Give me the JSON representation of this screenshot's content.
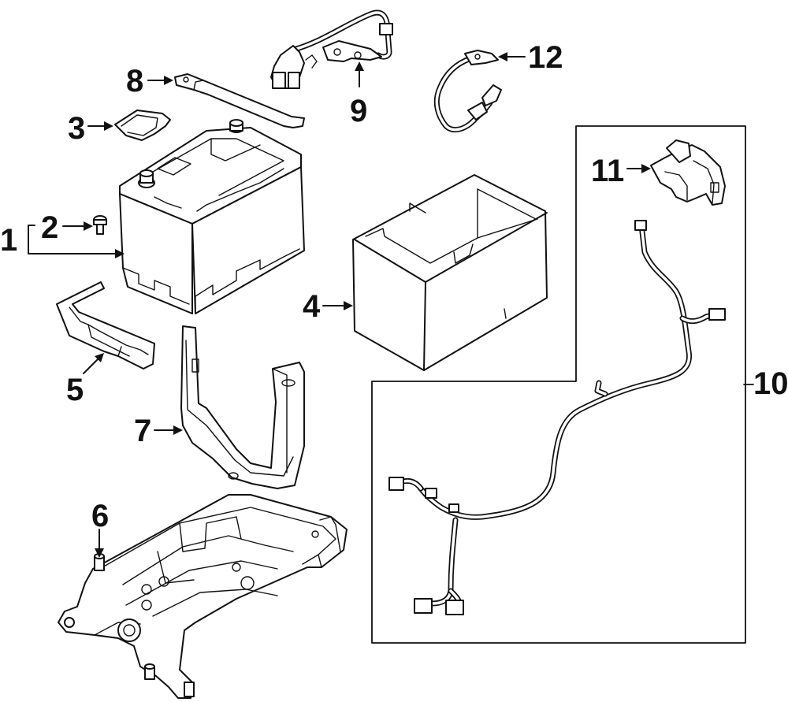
{
  "callouts": {
    "c1": "1",
    "c2": "2",
    "c3": "3",
    "c4": "4",
    "c5": "5",
    "c6": "6",
    "c7": "7",
    "c8": "8",
    "c9": "9",
    "c10": "10",
    "c11": "11",
    "c12": "12"
  },
  "parts": [
    {
      "callout": "1",
      "icon": "battery"
    },
    {
      "callout": "2",
      "icon": "bolt"
    },
    {
      "callout": "3",
      "icon": "cover-plate"
    },
    {
      "callout": "4",
      "icon": "battery-box"
    },
    {
      "callout": "5",
      "icon": "heat-shield"
    },
    {
      "callout": "6",
      "icon": "battery-tray"
    },
    {
      "callout": "7",
      "icon": "hold-down-bracket"
    },
    {
      "callout": "8",
      "icon": "hold-down-strap"
    },
    {
      "callout": "9",
      "icon": "positive-cable"
    },
    {
      "callout": "10",
      "icon": "wiring-harness"
    },
    {
      "callout": "11",
      "icon": "fuse-block"
    },
    {
      "callout": "12",
      "icon": "ground-cable"
    }
  ]
}
